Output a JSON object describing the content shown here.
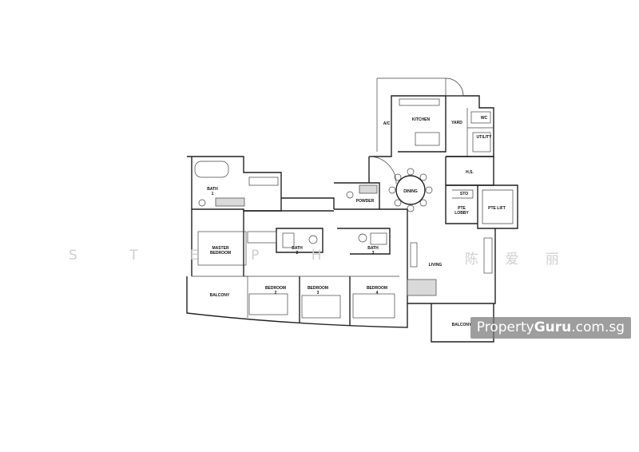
{
  "rooms": {
    "ac": "A/C",
    "kitchen": "KITCHEN",
    "yard": "YARD",
    "wc": "WC",
    "utility": "UTILITY",
    "hs": "H.S.",
    "sto": "STO",
    "pte_lobby_1": "PTE",
    "pte_lobby_2": "LOBBY",
    "pte_lift": "PTE LIFT",
    "dining": "DINING",
    "powder": "POWDER",
    "bath1_1": "BATH",
    "bath1_2": "1",
    "master_1": "MASTER",
    "master_2": "BEDROOM",
    "bath2_1": "BATH",
    "bath2_2": "2",
    "bath3_1": "BATH",
    "bath3_2": "3",
    "bedroom2_1": "BEDROOM",
    "bedroom2_2": "2",
    "bedroom3_1": "BEDROOM",
    "bedroom3_2": "3",
    "bedroom4_1": "BEDROOM",
    "bedroom4_2": "4",
    "living": "LIVING",
    "balcony_left": "BALCONY",
    "balcony_right": "BALCONY"
  },
  "watermark": {
    "left": "S T E P H",
    "right": "陈 爱 丽"
  },
  "brand": {
    "part1": "Property",
    "part2": "Guru",
    "part3": ".com.sg"
  }
}
